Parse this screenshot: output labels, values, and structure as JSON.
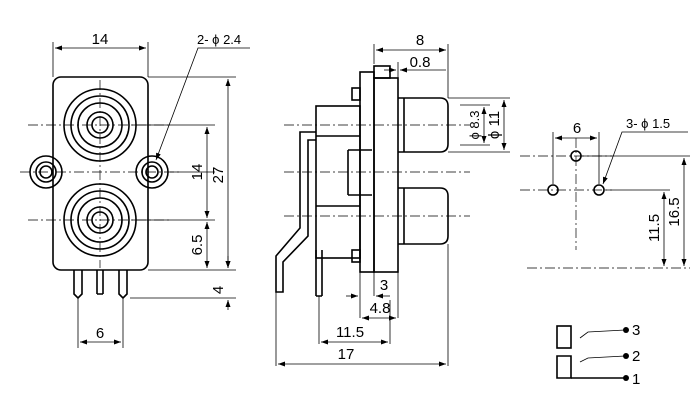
{
  "front_view": {
    "width_label": "14",
    "hole_label": "2- ϕ 2.4",
    "height_label": "27",
    "spacing_label": "14",
    "offset_label": "6.5",
    "pin_length_label": "4",
    "pin_spacing_label": "6"
  },
  "side_view": {
    "top_depth_label": "8",
    "flange_label": "0.8",
    "dia_inner_label": "ϕ 8.3",
    "dia_outer_label": "ϕ 11",
    "dim_3_label": "3",
    "dim_48_label": "4.8",
    "dim_115_label": "11.5",
    "dim_17_label": "17"
  },
  "pcb_layout": {
    "spacing_label": "6",
    "holes_label": "3- ϕ 1.5",
    "dim_115_label": "11.5",
    "dim_165_label": "16.5"
  },
  "schematic": {
    "pin3": "3",
    "pin2": "2",
    "pin1": "1"
  }
}
